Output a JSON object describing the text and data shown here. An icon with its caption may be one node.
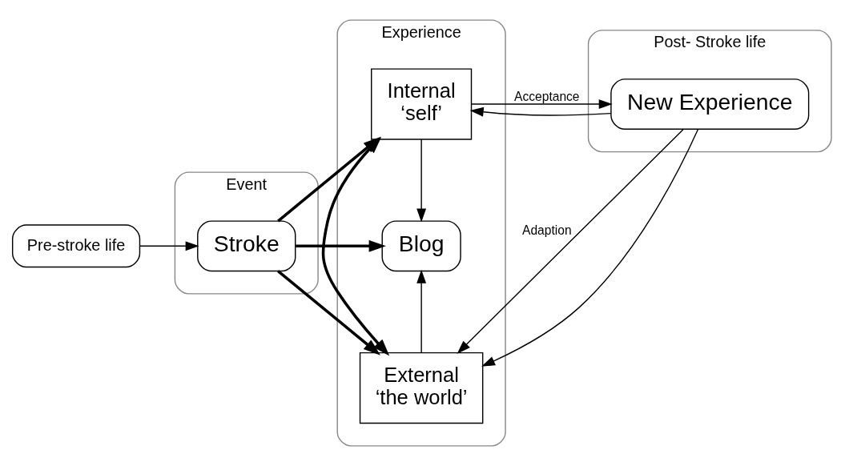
{
  "diagram": {
    "nodes": [
      {
        "text": [
          "Event"
        ]
      },
      {
        "text": [
          "Experience"
        ]
      },
      {
        "text": [
          "Post- Stroke life"
        ]
      },
      {
        "text": [
          "Pre-stroke life"
        ]
      },
      {
        "text": [
          "Stroke"
        ],
        "in": 0
      },
      {
        "text": [
          "Internal",
          "‘self’"
        ],
        "in": 1
      },
      {
        "text": [
          "Blog"
        ],
        "in": 1
      },
      {
        "text": [
          "External",
          "‘the world’"
        ],
        "in": 1
      },
      {
        "text": [
          "New Experience"
        ],
        "in": 2
      }
    ],
    "edges": [
      {
        "from": 3,
        "to": 4,
        "arrow": "to"
      },
      {
        "from": 4,
        "to": 5,
        "arrow": "to",
        "style": "thick"
      },
      {
        "from": 4,
        "to": 6,
        "arrow": "to",
        "style": "thick"
      },
      {
        "from": 4,
        "to": 7,
        "arrow": "to",
        "style": "thick"
      },
      {
        "from": 5,
        "to": 7,
        "arrow": "both",
        "style": "thick"
      },
      {
        "from": 5,
        "to": 6,
        "arrow": "to"
      },
      {
        "from": 7,
        "to": 6,
        "arrow": "to"
      },
      {
        "from": 5,
        "to": 8,
        "label": "Acceptance",
        "arrow": "to"
      },
      {
        "from": 8,
        "to": 7,
        "label": "Adaption",
        "arrow": "to"
      },
      {
        "from": 8,
        "to": 5,
        "arrow": "to"
      },
      {
        "from": 8,
        "to": 7,
        "arrow": "to"
      }
    ]
  }
}
